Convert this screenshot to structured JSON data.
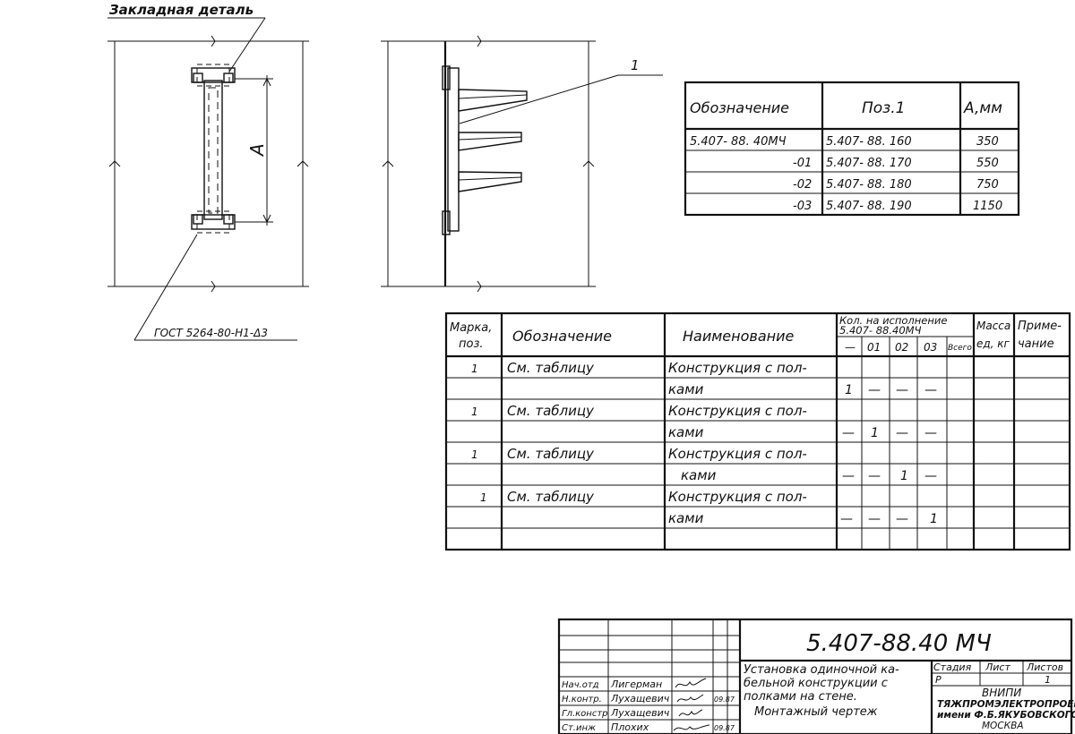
{
  "drawing": {
    "embedded_part_label": "Закладная деталь",
    "dimension_label": "A",
    "position_callout": "1",
    "bolt_standard": "ГОСТ 5264-80-Н1-Δ3"
  },
  "variants_table": {
    "headers": [
      "Обозначение",
      "Поз.1",
      "A,мм"
    ],
    "rows": [
      [
        "5.407- 88. 40МЧ",
        "5.407- 88. 160",
        "350"
      ],
      [
        "-01",
        "5.407- 88. 170",
        "550"
      ],
      [
        "-02",
        "5.407- 88. 180",
        "750"
      ],
      [
        "-03",
        "5.407- 88. 190",
        "1150"
      ]
    ]
  },
  "spec_table": {
    "headers": {
      "mark": [
        "Марка,",
        "поз."
      ],
      "designation": "Обозначение",
      "name": "Наименование",
      "qty_group": [
        "Кол. на исполнение",
        "5.407- 88.40МЧ"
      ],
      "qty_cols": [
        "—",
        "01",
        "02",
        "03",
        "Всего"
      ],
      "mass": [
        "Масса",
        "ед, кг"
      ],
      "note": [
        "Приме-",
        "чание"
      ]
    },
    "rows": [
      {
        "mark": "1",
        "designation": "См. таблицу",
        "name": "Конструкция с пол-",
        "q": [
          "",
          "",
          "",
          "",
          ""
        ]
      },
      {
        "mark": "",
        "designation": "",
        "name": "ками",
        "q": [
          "1",
          "—",
          "—",
          "—",
          ""
        ]
      },
      {
        "mark": "1",
        "designation": "См. таблицу",
        "name": "Конструкция с пол-",
        "q": [
          "",
          "",
          "",
          "",
          ""
        ]
      },
      {
        "mark": "",
        "designation": "",
        "name": "ками",
        "q": [
          "—",
          "1",
          "—",
          "—",
          ""
        ]
      },
      {
        "mark": "1",
        "designation": "См. таблицу",
        "name": "Конструкция с пол-",
        "q": [
          "",
          "",
          "",
          "",
          ""
        ]
      },
      {
        "mark": "",
        "designation": "",
        "name": "ками",
        "q": [
          "—",
          "—",
          "1",
          "—",
          ""
        ]
      },
      {
        "mark": "1",
        "designation": "См. таблицу",
        "name": "Конструкция с пол-",
        "q": [
          "",
          "",
          "",
          "",
          ""
        ]
      },
      {
        "mark": "",
        "designation": "",
        "name": "ками",
        "q": [
          "—",
          "—",
          "—",
          "1",
          ""
        ]
      },
      {
        "mark": "",
        "designation": "",
        "name": "",
        "q": [
          "",
          "",
          "",
          "",
          ""
        ]
      }
    ]
  },
  "title_block": {
    "document_code": "5.407-88.40 МЧ",
    "title_lines": [
      "Установка одиночной ка-",
      "бельной конструкции с",
      "полками на стене.",
      "Монтажный чертеж"
    ],
    "stage_label": "Стадия",
    "sheet_label": "Лист",
    "sheets_label": "Листов",
    "stage_value": "Р",
    "sheets_value": "1",
    "organization": [
      "ВНИПИ",
      "ТЯЖПРОМЭЛЕКТРОПРОЕКТ",
      "имени Ф.Б.ЯКУБОВСКОГО",
      "МОСКВА"
    ],
    "signatures": [
      {
        "role": "Нач.отд",
        "name": "Лигерман",
        "date": ""
      },
      {
        "role": "Н.контр.",
        "name": "Лухащевич",
        "date": "09.87"
      },
      {
        "role": "Гл.констр",
        "name": "Лухащевич",
        "date": ""
      },
      {
        "role": "Ст.инж",
        "name": "Плохих",
        "date": "09.87"
      }
    ]
  }
}
